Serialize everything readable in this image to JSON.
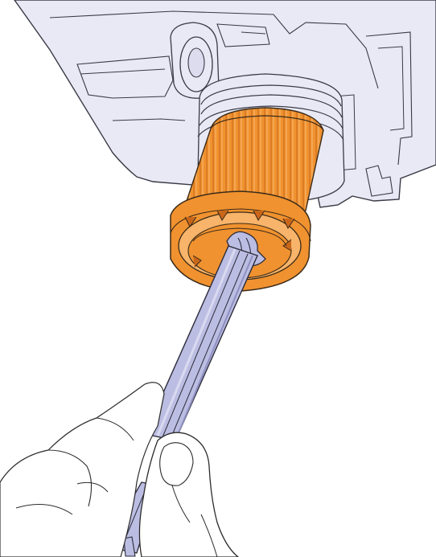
{
  "illustration": {
    "colors": {
      "background": "#ffffff",
      "housing_fill": "#e9e9f5",
      "housing_stroke": "#3a3a46",
      "filter_fill": "#f0922f",
      "filter_dark": "#c9661a",
      "filter_light": "#f7b46a",
      "tool_fill": "#bcbde2",
      "tool_dark": "#8e8fc0",
      "tool_light": "#d9daf0",
      "hand_fill": "#ffffff",
      "hand_stroke": "#2b2b2b"
    },
    "parts": [
      "appliance-housing",
      "threaded-collar",
      "orange-filter",
      "filter-rim",
      "removal-tool",
      "hand"
    ]
  }
}
